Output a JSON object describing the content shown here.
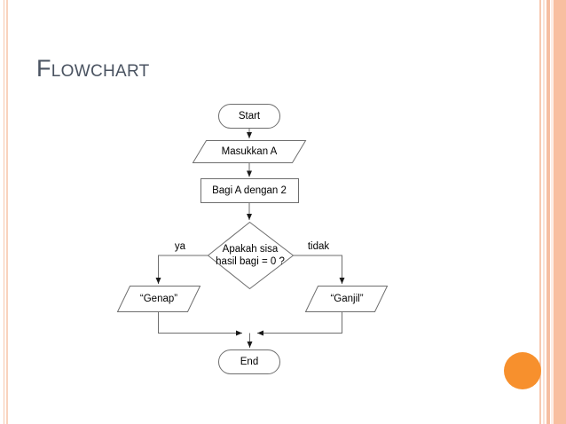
{
  "slide": {
    "title": "Flowchart",
    "accent_color": "#F7902D",
    "band_color": "#F8BFA0",
    "title_color": "#4A5361"
  },
  "decor": {
    "orange_dot_name": "orange-circle-decoration",
    "left_band_name": "left-edge-band",
    "right_band_name": "right-edge-band"
  },
  "flowchart": {
    "nodes": [
      {
        "id": "start",
        "shape": "terminator",
        "text": "Start"
      },
      {
        "id": "input",
        "shape": "parallelogram",
        "text": "Masukkan A"
      },
      {
        "id": "process",
        "shape": "rectangle",
        "text": "Bagi A dengan 2"
      },
      {
        "id": "decision",
        "shape": "diamond",
        "text": "Apakah sisa\nhasil bagi = 0 ?"
      },
      {
        "id": "genap",
        "shape": "parallelogram",
        "text": "“Genap”"
      },
      {
        "id": "ganjil",
        "shape": "parallelogram",
        "text": "“Ganjil”"
      },
      {
        "id": "end",
        "shape": "terminator",
        "text": "End"
      }
    ],
    "branch_labels": {
      "yes": "ya",
      "no": "tidak"
    },
    "stroke_color": "#6E6E6E",
    "text_color": "#000000"
  }
}
